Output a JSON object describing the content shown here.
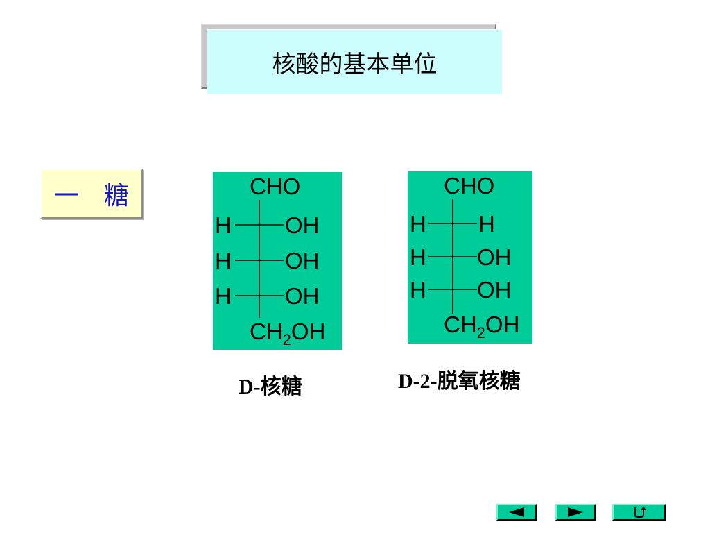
{
  "title": "核酸的基本单位",
  "section_label": "一　糖",
  "structures": [
    {
      "top": "CHO",
      "rows": [
        {
          "left": "H",
          "right": "OH"
        },
        {
          "left": "H",
          "right": "OH"
        },
        {
          "left": "H",
          "right": "OH"
        }
      ],
      "bottom_main": "CH",
      "bottom_sub": "2",
      "bottom_tail": "OH",
      "caption": "D-核糖"
    },
    {
      "top": "CHO",
      "rows": [
        {
          "left": "H",
          "right": "H"
        },
        {
          "left": "H",
          "right": "OH"
        },
        {
          "left": "H",
          "right": "OH"
        }
      ],
      "bottom_main": "CH",
      "bottom_sub": "2",
      "bottom_tail": "OH",
      "caption": "D-2-脱氧核糖"
    }
  ],
  "nav": {
    "prev_icon": "triangle-left-icon",
    "next_icon": "triangle-right-icon",
    "return_icon": "return-arrow-icon"
  },
  "colors": {
    "title_bg": "#ccfefe",
    "label_bg": "#ffffcc",
    "label_text": "#1414c8",
    "panel_bg": "#00cc99"
  }
}
